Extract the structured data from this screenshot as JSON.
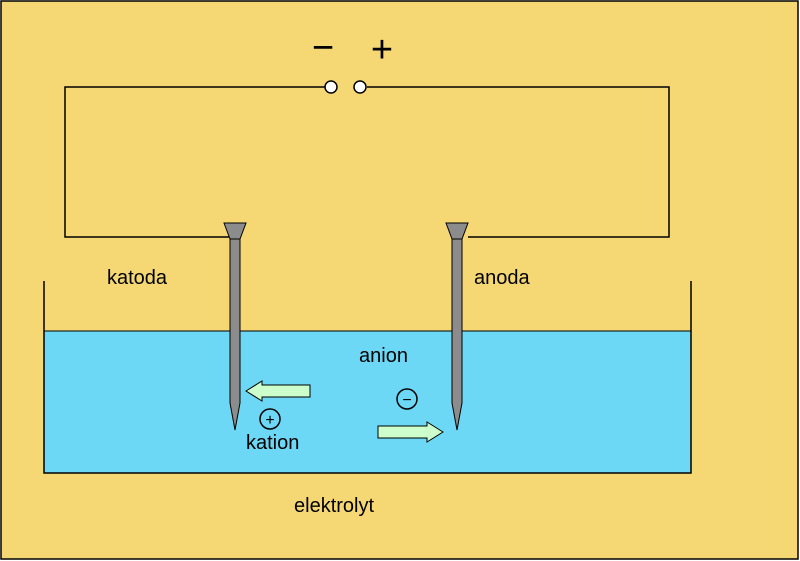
{
  "labels": {
    "cathode": "katoda",
    "anode": "anoda",
    "anion": "anion",
    "cation": "kation",
    "electrolyte": "elektrolyt"
  },
  "terminals": {
    "negative": "−",
    "positive": "+"
  },
  "ion_signs": {
    "cation": "+",
    "anion": "−"
  },
  "colors": {
    "background": "#f5d874",
    "electrolyte": "#6cd8f5",
    "electrode": "#8c8c8c",
    "arrow_fill": "#ccffcc",
    "wire": "#000000"
  }
}
